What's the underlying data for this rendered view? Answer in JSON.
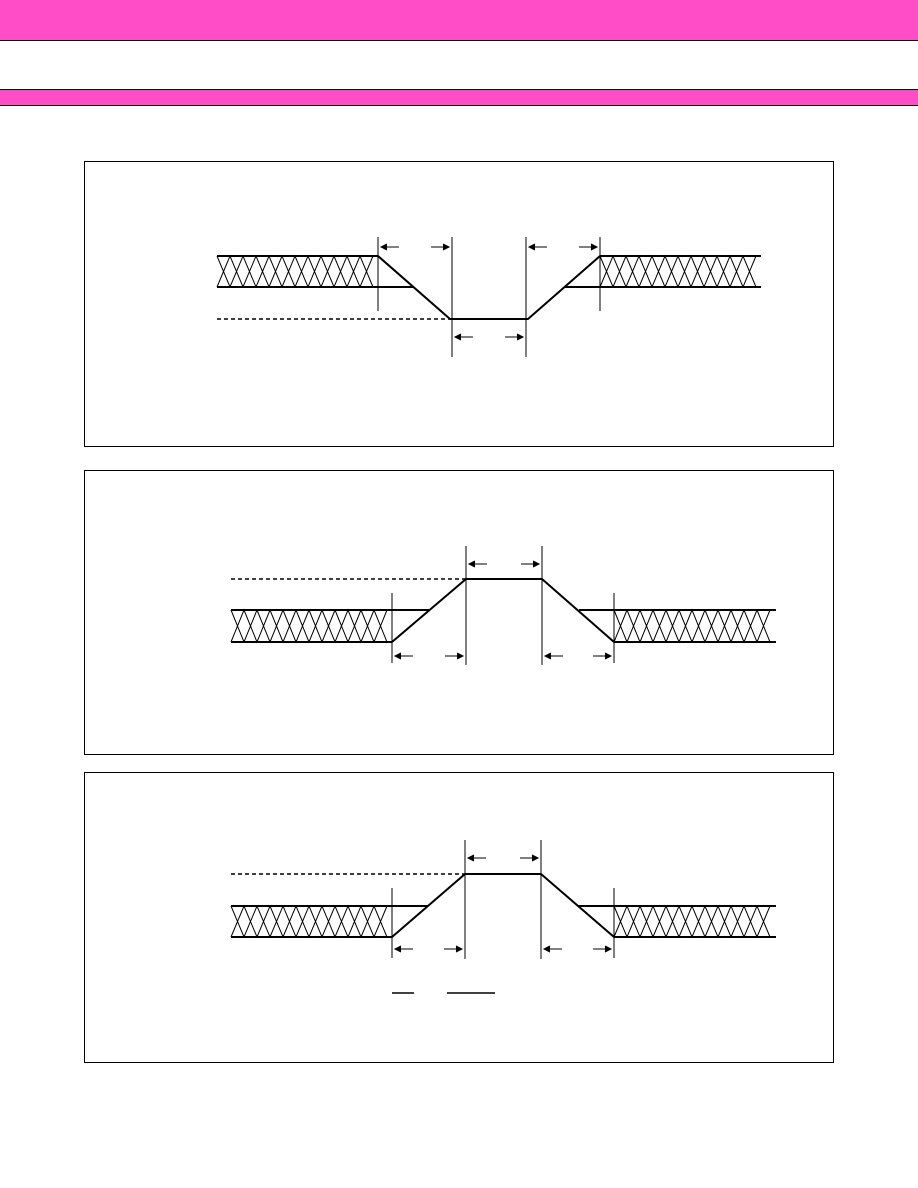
{
  "colors": {
    "brand_magenta": "#ff4dc8",
    "line": "#000000",
    "background": "#ffffff"
  },
  "panels": [
    {
      "id": "panel-1",
      "waveform": "low-pulse"
    },
    {
      "id": "panel-2",
      "waveform": "high-pulse"
    },
    {
      "id": "panel-3",
      "waveform": "high-pulse-with-overbar"
    }
  ]
}
